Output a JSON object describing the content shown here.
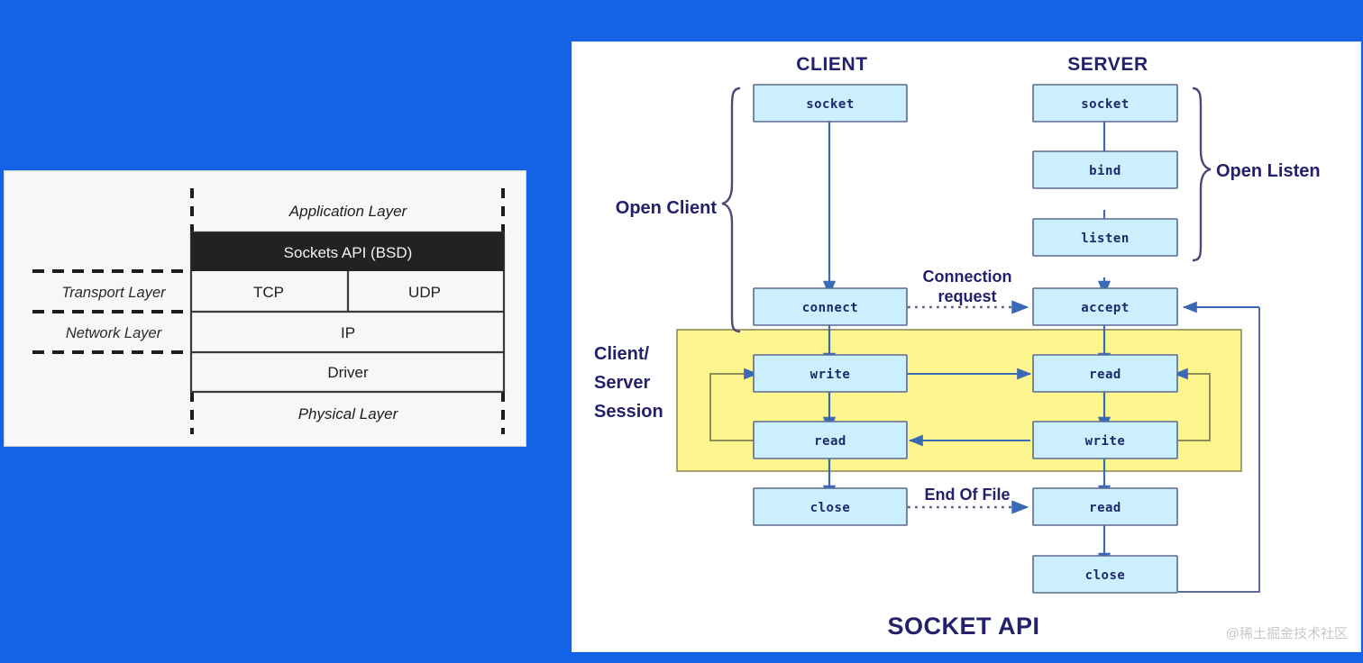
{
  "background_color": "#1463e6",
  "stack_diagram": {
    "side_labels": [
      "Transport Layer",
      "Network Layer"
    ],
    "rows": [
      {
        "name": "application-layer",
        "text": "Application Layer",
        "italic": true,
        "inverted": false
      },
      {
        "name": "sockets-api",
        "text": "Sockets API (BSD)",
        "italic": false,
        "inverted": true
      },
      {
        "name": "tcp",
        "text": "TCP",
        "italic": false,
        "inverted": false
      },
      {
        "name": "udp",
        "text": "UDP",
        "italic": false,
        "inverted": false
      },
      {
        "name": "ip",
        "text": "IP",
        "italic": false,
        "inverted": false
      },
      {
        "name": "driver",
        "text": "Driver",
        "italic": false,
        "inverted": false
      },
      {
        "name": "physical-layer",
        "text": "Physical Layer",
        "italic": true,
        "inverted": false
      }
    ]
  },
  "flow_diagram": {
    "title": "SOCKET API",
    "columns": {
      "client": "CLIENT",
      "server": "SERVER"
    },
    "groups": {
      "open_client": "Open Client",
      "open_listen": "Open Listen",
      "session": "Client/\nServer\nSession",
      "session_line1": "Client/",
      "session_line2": "Server",
      "session_line3": "Session"
    },
    "edge_labels": {
      "connection_request_line1": "Connection",
      "connection_request_line2": "request",
      "end_of_file": "End Of File"
    },
    "client_nodes": [
      {
        "id": "client-socket",
        "label": "socket"
      },
      {
        "id": "client-connect",
        "label": "connect"
      },
      {
        "id": "client-write",
        "label": "write"
      },
      {
        "id": "client-read",
        "label": "read"
      },
      {
        "id": "client-close",
        "label": "close"
      }
    ],
    "server_nodes": [
      {
        "id": "server-socket",
        "label": "socket"
      },
      {
        "id": "server-bind",
        "label": "bind"
      },
      {
        "id": "server-listen",
        "label": "listen"
      },
      {
        "id": "server-accept",
        "label": "accept"
      },
      {
        "id": "server-read-1",
        "label": "read"
      },
      {
        "id": "server-write",
        "label": "write"
      },
      {
        "id": "server-read-2",
        "label": "read"
      },
      {
        "id": "server-close",
        "label": "close"
      }
    ],
    "colors": {
      "node_fill": "#cbeffc",
      "node_stroke": "#5b6a93",
      "session_fill": "#fdf68f",
      "arrow": "#3a69b5",
      "text": "#23216b"
    }
  },
  "watermark": "@稀土掘金技术社区"
}
